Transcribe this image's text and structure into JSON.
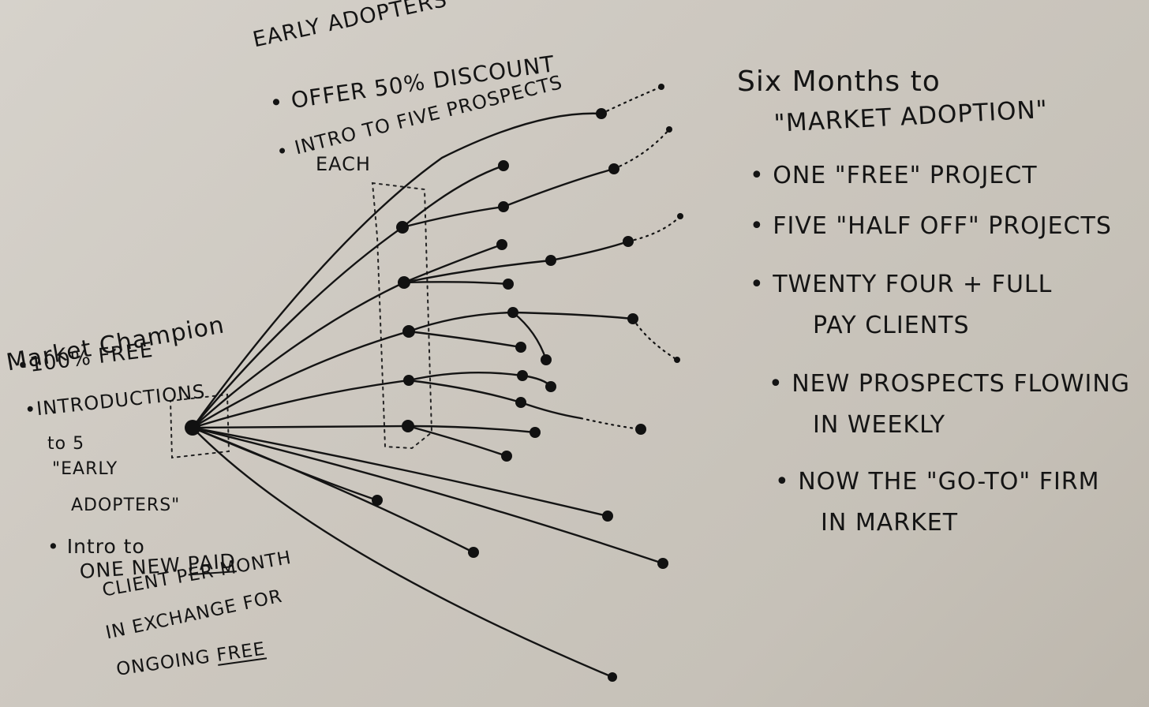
{
  "early_adopters": {
    "title": "Early Adopters",
    "bullets": [
      "• Offer 50% Discount",
      "• Intro to five prospects",
      "each"
    ]
  },
  "market_champion": {
    "title": "Market Champion",
    "lines": [
      "•100% Free",
      "•Introductions",
      "to 5",
      "\"Early",
      "Adopters\"",
      "• Intro to",
      "one new ",
      "Paid",
      "client per month",
      "in exchange for",
      "ongoing ",
      "Free"
    ]
  },
  "six_months": {
    "title_line1": "Six Months to",
    "title_line2": "\"Market Adoption\"",
    "bullets": [
      "• One \"Free\" Project",
      "• Five \"Half off\" Projects",
      "• Twenty Four + Full",
      "Pay Clients",
      "• New Prospects Flowing",
      "in Weekly",
      "• Now the \"Go-To\" Firm",
      "in Market"
    ]
  }
}
